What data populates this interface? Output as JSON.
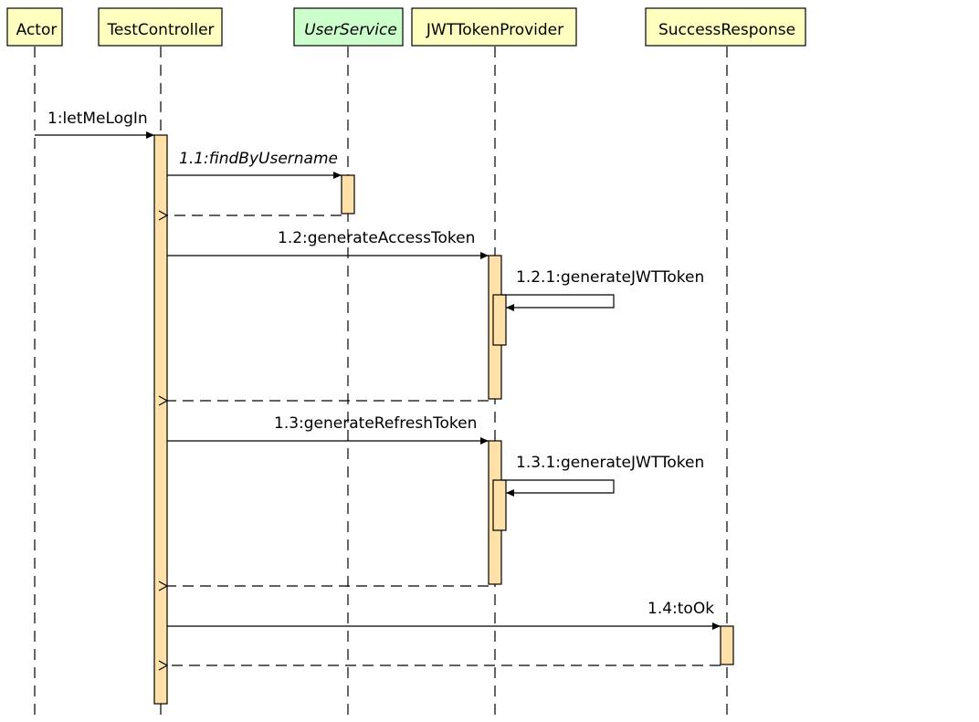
{
  "diagram": {
    "participants": [
      {
        "id": "actor",
        "label": "Actor",
        "kind": "actor",
        "fill": "#FFFFC0"
      },
      {
        "id": "test-controller",
        "label": "TestController",
        "kind": "class",
        "fill": "#FFFFC0"
      },
      {
        "id": "user-service",
        "label": "UserService",
        "kind": "interface",
        "fill": "#CCFFCC",
        "italic": true
      },
      {
        "id": "jwt-token-provider",
        "label": "JWTTokenProvider",
        "kind": "class",
        "fill": "#FFFFC0"
      },
      {
        "id": "success-response",
        "label": "SuccessResponse",
        "kind": "class",
        "fill": "#FFFFC0"
      }
    ],
    "messages": [
      {
        "id": "m1",
        "label": "1:letMeLogIn",
        "from": "actor",
        "to": "test-controller",
        "type": "call"
      },
      {
        "id": "m1-1",
        "label": "1.1:findByUsername",
        "from": "test-controller",
        "to": "user-service",
        "type": "call",
        "italic": true
      },
      {
        "id": "m1-1-r",
        "label": "",
        "from": "user-service",
        "to": "test-controller",
        "type": "return"
      },
      {
        "id": "m1-2",
        "label": "1.2:generateAccessToken",
        "from": "test-controller",
        "to": "jwt-token-provider",
        "type": "call"
      },
      {
        "id": "m1-2-1",
        "label": "1.2.1:generateJWTToken",
        "from": "jwt-token-provider",
        "to": "jwt-token-provider",
        "type": "self"
      },
      {
        "id": "m1-2-r",
        "label": "",
        "from": "jwt-token-provider",
        "to": "test-controller",
        "type": "return"
      },
      {
        "id": "m1-3",
        "label": "1.3:generateRefreshToken",
        "from": "test-controller",
        "to": "jwt-token-provider",
        "type": "call"
      },
      {
        "id": "m1-3-1",
        "label": "1.3.1:generateJWTToken",
        "from": "jwt-token-provider",
        "to": "jwt-token-provider",
        "type": "self"
      },
      {
        "id": "m1-3-r",
        "label": "",
        "from": "jwt-token-provider",
        "to": "test-controller",
        "type": "return"
      },
      {
        "id": "m1-4",
        "label": "1.4:toOk",
        "from": "test-controller",
        "to": "success-response",
        "type": "call"
      },
      {
        "id": "m1-4-r",
        "label": "",
        "from": "success-response",
        "to": "test-controller",
        "type": "return"
      }
    ],
    "colors": {
      "participant_fill": "#FFFFC0",
      "interface_fill": "#CCFFCC",
      "activation_fill": "#FFE0A8",
      "line": "#000000"
    }
  }
}
